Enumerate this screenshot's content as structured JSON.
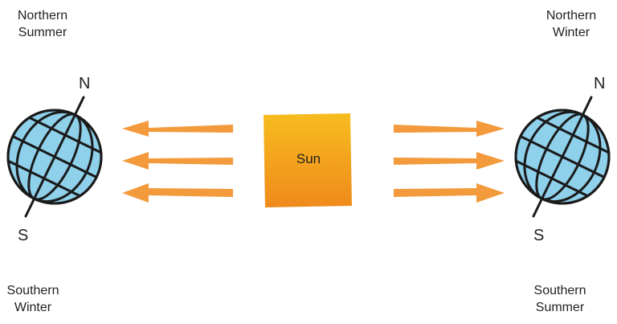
{
  "labels": {
    "top_left": "Northern\nSummer",
    "top_right": "Northern\nWinter",
    "bottom_left": "Southern\nWinter",
    "bottom_right": "Southern\nSummer"
  },
  "left_globe": {
    "north": "N",
    "south": "S"
  },
  "right_globe": {
    "north": "N",
    "south": "S"
  },
  "sun": {
    "label": "Sun"
  },
  "colors": {
    "globe_fill": "#8fd0ea",
    "globe_lines": "#1a1a1a",
    "arrow": "#f39a3c",
    "sun_top": "#f7bc1e",
    "sun_bottom": "#ef8a1c"
  }
}
